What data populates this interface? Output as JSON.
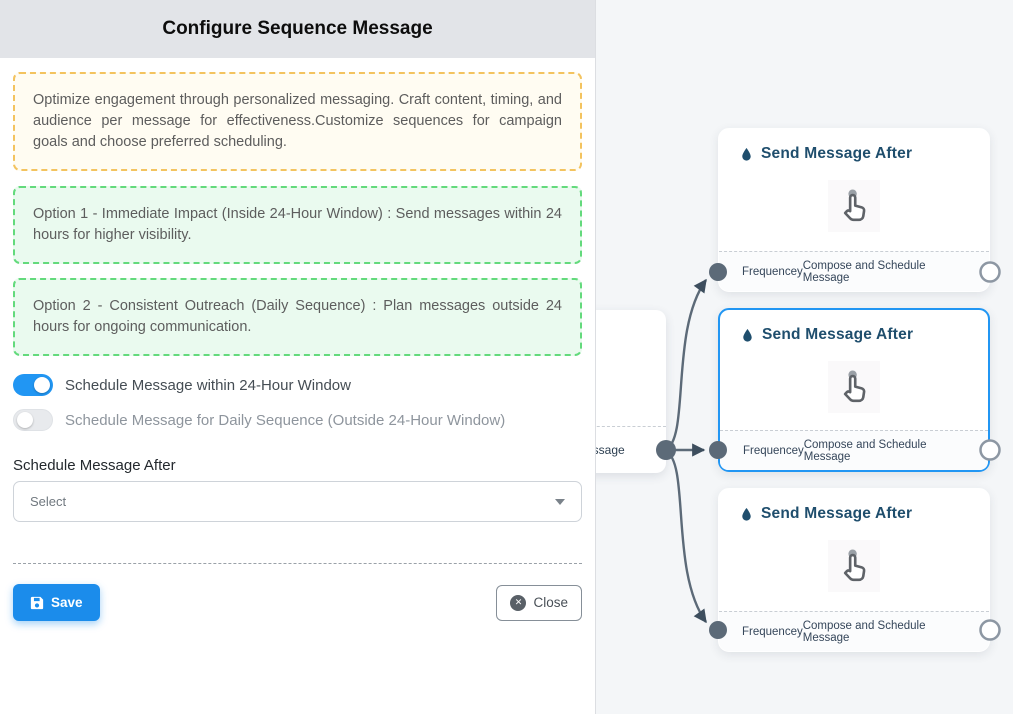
{
  "panel": {
    "title": "Configure Sequence Message",
    "description": "Optimize engagement through personalized messaging. Craft content, timing, and audience per message for effectiveness.Customize sequences for campaign goals and choose preferred scheduling.",
    "option1": "Option 1 - Immediate Impact (Inside 24-Hour Window) : Send messages within 24 hours for higher visibility.",
    "option2": "Option 2 - Consistent Outreach (Daily Sequence) : Plan messages outside 24 hours for ongoing communication.",
    "toggle_24h": {
      "label": "Schedule Message within 24-Hour Window",
      "state": "on"
    },
    "toggle_daily": {
      "label": "Schedule Message for Daily Sequence (Outside 24-Hour Window)",
      "state": "off"
    },
    "schedule_after": {
      "label": "Schedule Message After",
      "value": "Select"
    },
    "buttons": {
      "save": "Save",
      "close": "Close"
    }
  },
  "flow": {
    "source_node": {
      "visible_label": "ce Message"
    },
    "nodes": [
      {
        "title": "Send Message After",
        "left_handle": "Frequencey",
        "right_handle": "Compose and Schedule Message",
        "selected": false
      },
      {
        "title": "Send Message After",
        "left_handle": "Frequencey",
        "right_handle": "Compose and Schedule Message",
        "selected": true
      },
      {
        "title": "Send Message After",
        "left_handle": "Frequencey",
        "right_handle": "Compose and Schedule Message",
        "selected": false
      }
    ]
  },
  "colors": {
    "accent_blue": "#2196f3",
    "save_button": "#1b8ceb",
    "node_title": "#1f4e6d",
    "edge_gray": "#5c6a78",
    "warning_border": "#f3c35f",
    "warning_bg": "#fffcf2",
    "success_border": "#63da7c",
    "success_bg": "#eafaef",
    "header_bg": "#e2e4e8",
    "canvas_bg": "#f4f6f8"
  }
}
